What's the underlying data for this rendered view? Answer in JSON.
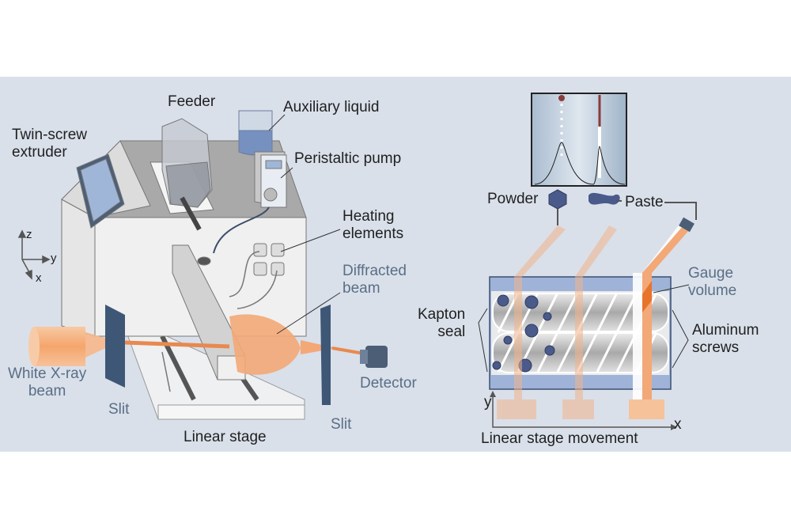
{
  "left_panel": {
    "twin_screw_extruder": [
      "Twin-screw",
      "extruder"
    ],
    "feeder": "Feeder",
    "auxiliary_liquid": "Auxiliary liquid",
    "peristaltic_pump": "Peristaltic pump",
    "heating_elements": [
      "Heating",
      "elements"
    ],
    "diffracted_beam": [
      "Diffracted",
      "beam"
    ],
    "white_xray_beam": [
      "White X-ray",
      "beam"
    ],
    "slit_left": "Slit",
    "slit_right": "Slit",
    "linear_stage": "Linear stage",
    "detector": "Detector",
    "axes": {
      "z": "z",
      "y": "y",
      "x": "x"
    }
  },
  "right_panel": {
    "powder": "Powder",
    "paste": "Paste",
    "gauge_volume": [
      "Gauge",
      "volume"
    ],
    "kapton_seal": [
      "Kapton",
      "seal"
    ],
    "aluminum_screws": [
      "Aluminum",
      "screws"
    ],
    "linear_stage_movement": "Linear stage movement",
    "axes": {
      "y": "y",
      "x": "x"
    }
  },
  "colors": {
    "background": "#d9e0ea",
    "beam": "#f0a070",
    "label_blue": "#5a6e86",
    "particle": "#4a5a8a"
  }
}
